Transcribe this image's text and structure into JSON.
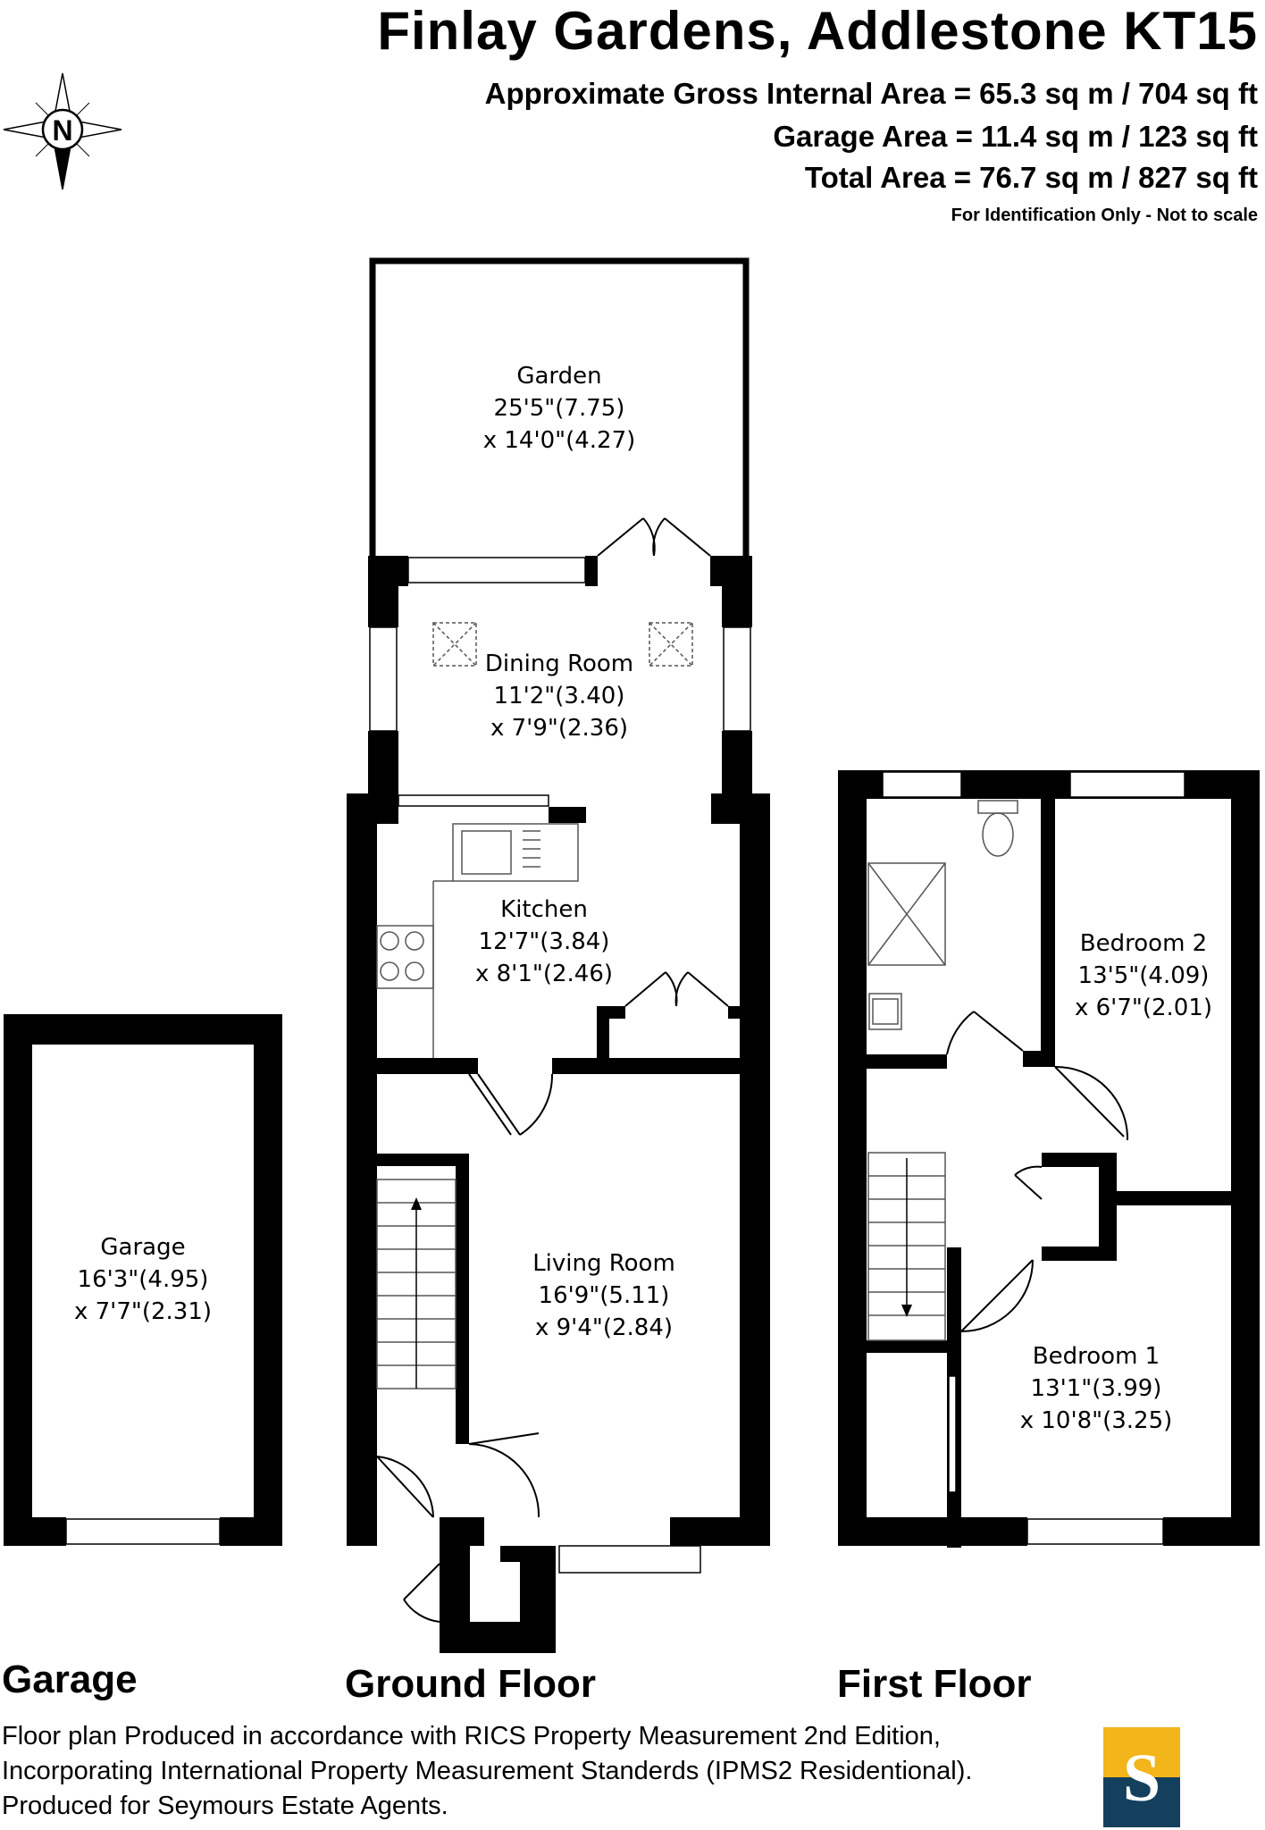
{
  "header": {
    "title": "Finlay Gardens, Addlestone KT15",
    "gross_internal_area": "Approximate Gross Internal Area = 65.3 sq m / 704 sq ft",
    "garage_area": "Garage Area = 11.4 sq m / 123 sq ft",
    "total_area": "Total Area = 76.7 sq m / 827 sq ft",
    "note": "For Identification Only - Not to scale"
  },
  "compass": {
    "label": "N",
    "icon": "compass-north-icon"
  },
  "rooms": {
    "garden": {
      "name": "Garden",
      "dim1": "25'5\"(7.75)",
      "dim2": "x 14'0\"(4.27)"
    },
    "dining": {
      "name": "Dining Room",
      "dim1": "11'2\"(3.40)",
      "dim2": "x 7'9\"(2.36)"
    },
    "kitchen": {
      "name": "Kitchen",
      "dim1": "12'7\"(3.84)",
      "dim2": "x 8'1\"(2.46)"
    },
    "living": {
      "name": "Living Room",
      "dim1": "16'9\"(5.11)",
      "dim2": "x 9'4\"(2.84)"
    },
    "garage": {
      "name": "Garage",
      "dim1": "16'3\"(4.95)",
      "dim2": "x 7'7\"(2.31)"
    },
    "bedroom2": {
      "name": "Bedroom  2",
      "dim1": "13'5\"(4.09)",
      "dim2": "x 6'7\"(2.01)"
    },
    "bedroom1": {
      "name": "Bedroom  1",
      "dim1": "13'1\"(3.99)",
      "dim2": "x 10'8\"(3.25)"
    }
  },
  "floors": {
    "garage": "Garage",
    "ground": "Ground Floor",
    "first": "First Floor"
  },
  "footer": {
    "line1": "Floor plan Produced in accordance with RICS Property Measurement 2nd Edition,",
    "line2": "Incorporating International Property Measurement Standerds (IPMS2  Residentional).",
    "line3": "Produced for Seymours Estate Agents."
  },
  "logo": {
    "letter": "S",
    "colors": {
      "top": "#f2b51a",
      "bottom": "#14405e",
      "letter": "#ffffff"
    }
  }
}
